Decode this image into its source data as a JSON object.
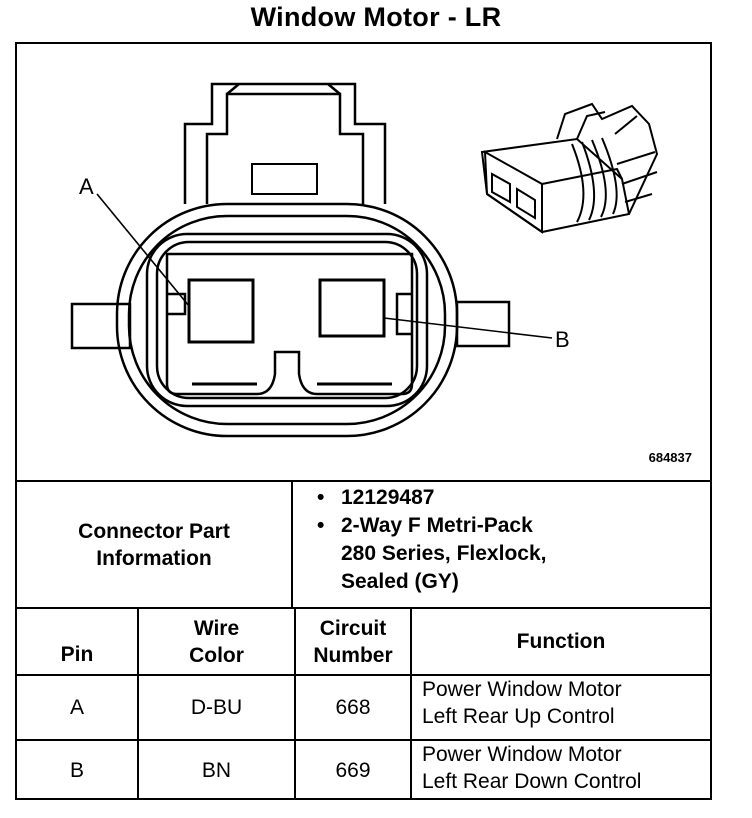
{
  "title": "Window Motor - LR",
  "figure_id": "684837",
  "callouts": {
    "a": "A",
    "b": "B"
  },
  "connector_info": {
    "label_line1": "Connector Part",
    "label_line2": "Information",
    "part_number": "12129487",
    "desc_line1": "2-Way F Metri-Pack",
    "desc_line2": "280 Series, Flexlock,",
    "desc_line3": "Sealed (GY)"
  },
  "table": {
    "headers": {
      "pin": "Pin",
      "wire_color_1": "Wire",
      "wire_color_2": "Color",
      "circuit_1": "Circuit",
      "circuit_2": "Number",
      "function": "Function"
    },
    "rows": [
      {
        "pin": "A",
        "color": "D-BU",
        "circuit": "668",
        "function_1": "Power Window Motor",
        "function_2": "Left Rear Up Control"
      },
      {
        "pin": "B",
        "color": "BN",
        "circuit": "669",
        "function_1": "Power Window Motor",
        "function_2": "Left Rear Down Control"
      }
    ]
  }
}
